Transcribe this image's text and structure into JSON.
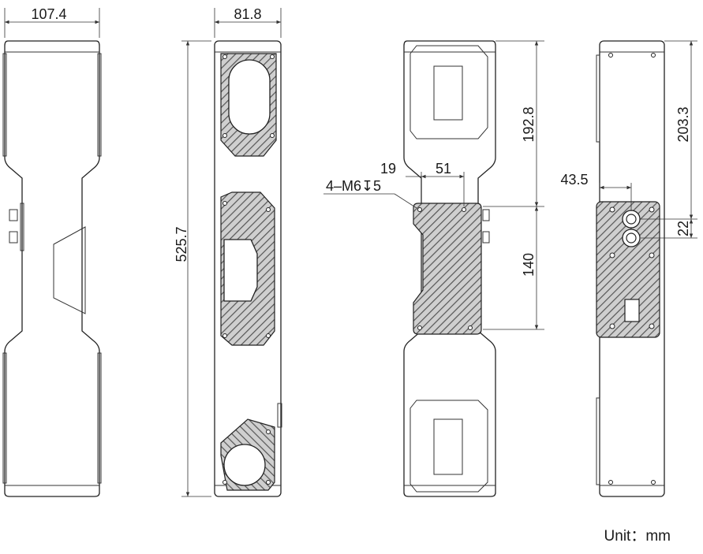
{
  "dimensions": {
    "front_width": "107.4",
    "side_width": "81.8",
    "overall_height": "525.7",
    "top_offset": "192.8",
    "plate_height": "140",
    "hole_offset_x": "19",
    "hole_spacing": "51",
    "thread_spec": "4–M6↧5",
    "right_height": "203.3",
    "connector_offset": "43.5",
    "connector_spacing": "22"
  },
  "unit_label": "Unit：mm"
}
